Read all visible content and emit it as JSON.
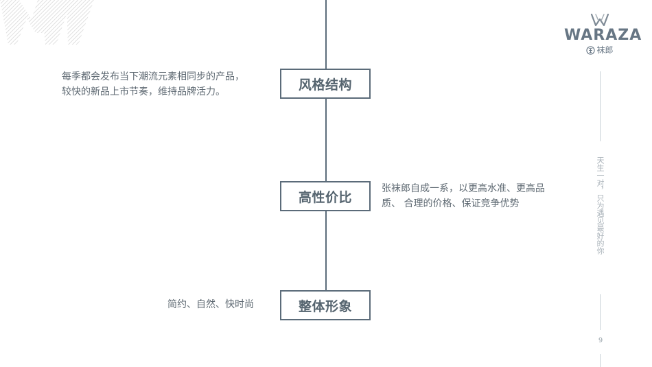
{
  "brand": {
    "name": "WARAZA",
    "sub_label": "袜郎"
  },
  "slogan": "天生一对，只为遇见最好的你",
  "page_number": "9",
  "timeline": [
    {
      "title": "风格结构",
      "description_lines": [
        "每季都会发布当下潮流元素相同步的产品，",
        "较快的新品上市节奏，维持品牌活力。"
      ]
    },
    {
      "title": "高性价比",
      "description_lines": [
        "张袜郎自成一系，以更高水准、更高品",
        "质、  合理的价格、保证竞争优势"
      ]
    },
    {
      "title": "整体形象",
      "description_lines": [
        "简约、自然、快时尚"
      ]
    }
  ],
  "colors": {
    "primary": "#5b6b79",
    "text": "#5f6a73",
    "muted": "#a8b1b8"
  },
  "icons": {
    "corner": "w-stripe-logo-icon",
    "brand": "w-mark-icon",
    "seal": "seal-icon"
  }
}
